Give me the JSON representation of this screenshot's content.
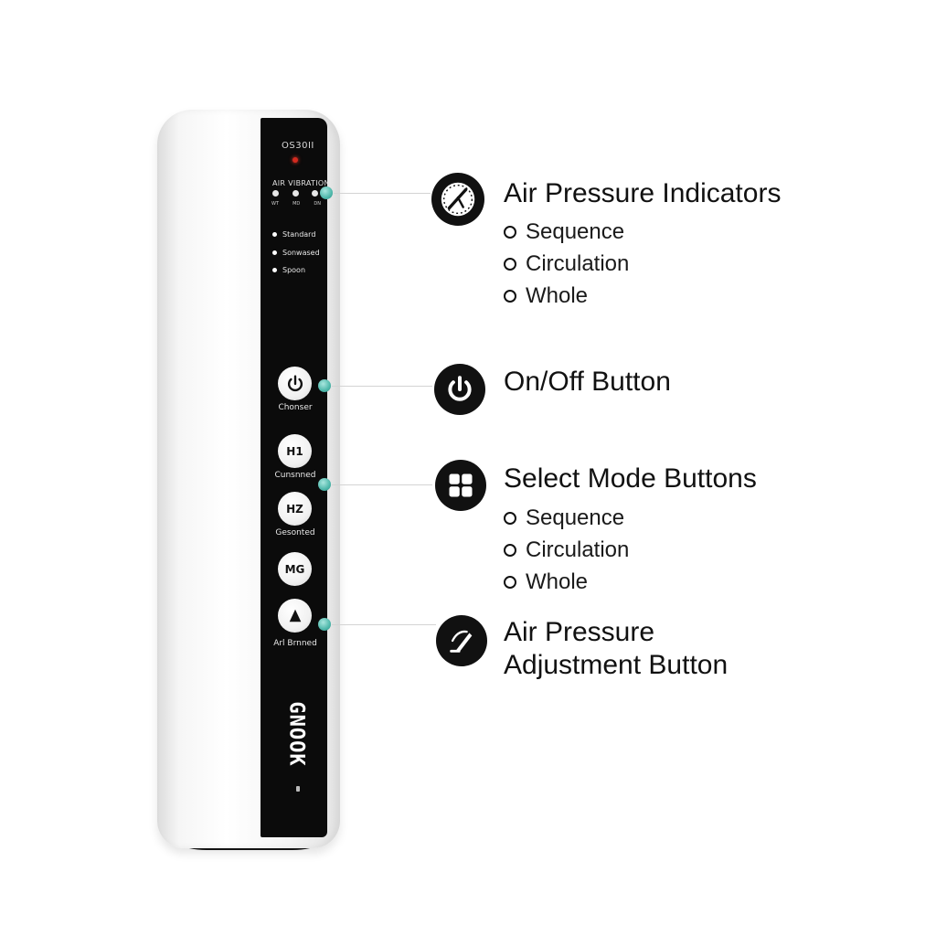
{
  "device": {
    "top_brand": "OS30II",
    "panel_air_label": "AIR VIBRATION",
    "mini_labels": [
      "WT",
      "MD",
      "DN"
    ],
    "panel_modes": [
      "Standard",
      "Sonwased",
      "Spoon"
    ],
    "buttons": [
      {
        "label": "Chonser",
        "icon": "power-icon",
        "glyph": "⏻"
      },
      {
        "label": "Cunsnned",
        "icon": "mode-1-icon",
        "glyph": "H1"
      },
      {
        "label": "Gesonted",
        "icon": "mode-2-icon",
        "glyph": "HZ"
      },
      {
        "label": "",
        "icon": "mode-3-icon",
        "glyph": "MG"
      },
      {
        "label": "Arl Brnned",
        "icon": "triangle-icon",
        "glyph": "▲"
      }
    ],
    "logo_text": "GNOOK"
  },
  "callouts": {
    "air_pressure_indicators": {
      "title": "Air Pressure Indicators",
      "icon": "pressure-gauge-icon",
      "options": [
        "Sequence",
        "Circulation",
        "Whole"
      ]
    },
    "on_off": {
      "title": "On/Off Button",
      "icon": "power-icon"
    },
    "select_mode": {
      "title": "Select Mode Buttons",
      "icon": "grid-icon",
      "options": [
        "Sequence",
        "Circulation",
        "Whole"
      ]
    },
    "air_adjustment": {
      "title_line1": "Air Pressure",
      "title_line2": "Adjustment Button",
      "icon": "adjust-pen-icon"
    }
  },
  "colors": {
    "accent_teal": "#4fb8ab",
    "panel_black": "#0b0b0b",
    "led_red": "#d42a1f",
    "text": "#111111"
  }
}
